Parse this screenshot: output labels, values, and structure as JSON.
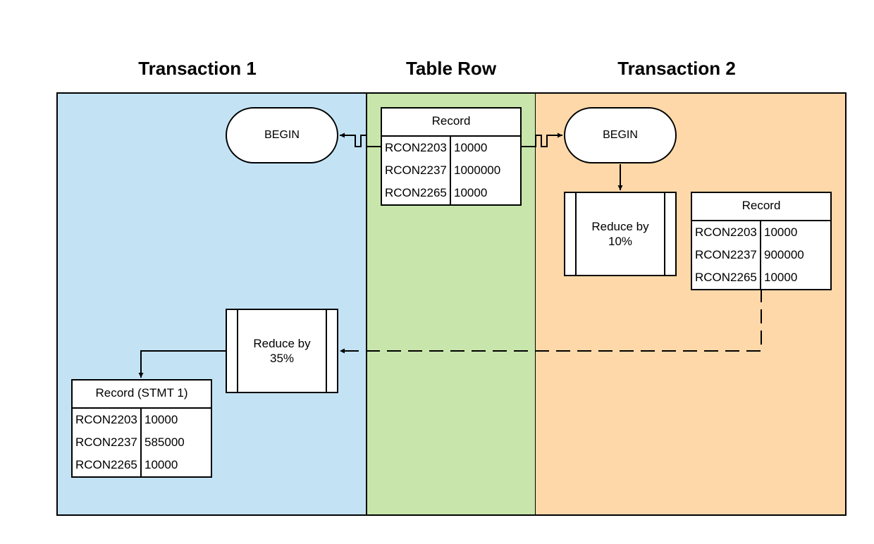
{
  "lanes": [
    {
      "title": "Transaction 1",
      "color": "#c3e3f5"
    },
    {
      "title": "Table Row",
      "color": "#c8e6ab"
    },
    {
      "title": "Transaction 2",
      "color": "#fed8a8"
    }
  ],
  "table_row": {
    "record": {
      "title": "Record",
      "rows": [
        {
          "key": "RCON2203",
          "value": "10000"
        },
        {
          "key": "RCON2237",
          "value": "1000000"
        },
        {
          "key": "RCON2265",
          "value": "10000"
        }
      ]
    }
  },
  "transaction1": {
    "begin": "BEGIN",
    "reduce": "Reduce by 35%",
    "record": {
      "title": "Record (STMT 1)",
      "rows": [
        {
          "key": "RCON2203",
          "value": "10000"
        },
        {
          "key": "RCON2237",
          "value": "585000"
        },
        {
          "key": "RCON2265",
          "value": "10000"
        }
      ]
    }
  },
  "transaction2": {
    "begin": "BEGIN",
    "reduce": "Reduce by 10%",
    "record": {
      "title": "Record",
      "rows": [
        {
          "key": "RCON2203",
          "value": "10000"
        },
        {
          "key": "RCON2237",
          "value": "900000"
        },
        {
          "key": "RCON2265",
          "value": "10000"
        }
      ]
    }
  }
}
